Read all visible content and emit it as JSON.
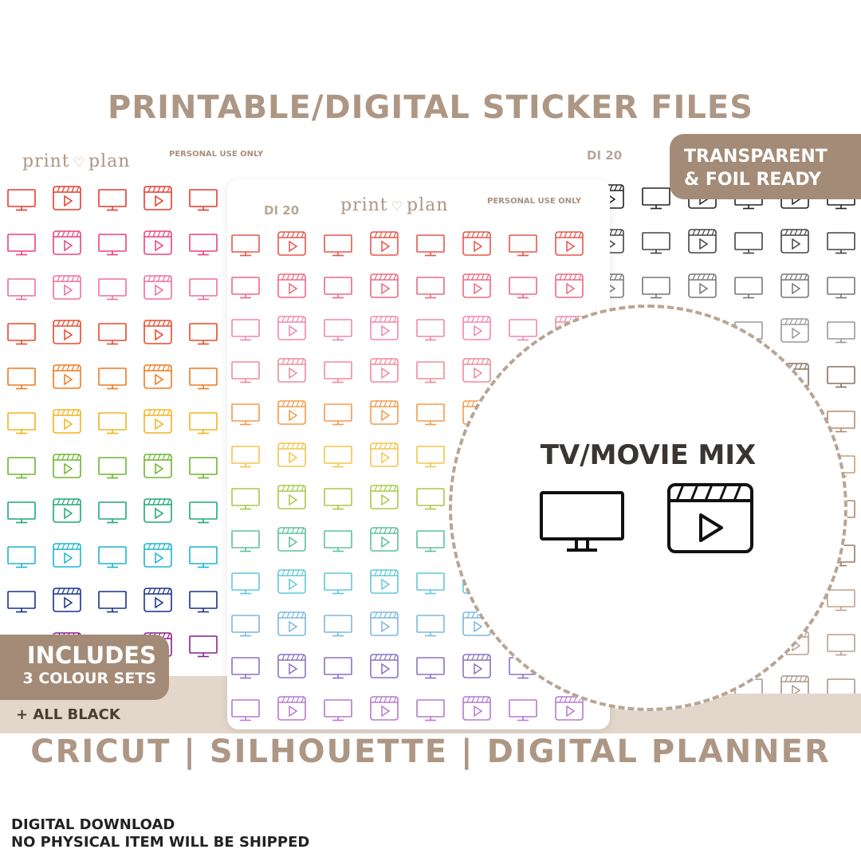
{
  "headline": "PRINTABLE/DIGITAL STICKER FILES",
  "footer_line": "CRICUT |  SILHOUETTE | DIGITAL PLANNER",
  "sheets": {
    "brand_left": "print",
    "brand_right": "plan",
    "personal_use": "PERSONAL USE ONLY",
    "code": "DI 20"
  },
  "badges": {
    "transparent_line1": "TRANSPARENT",
    "transparent_line2": "& FOIL READY",
    "includes_line1": "INCLUDES",
    "includes_line2": "3 COLOUR SETS",
    "all_black": "+ ALL BLACK"
  },
  "feature": {
    "title": "TV/MOVIE MIX",
    "icons": [
      "tv-icon",
      "clapperboard-icon"
    ]
  },
  "download": {
    "line1": "DIGITAL DOWNLOAD",
    "line2": "NO PHYSICAL ITEM WILL BE SHIPPED"
  },
  "colors": {
    "brand": "#ad9784",
    "pill": "#a38b77",
    "rainbow_left": [
      "#e63a2e",
      "#e8447a",
      "#ef6e9e",
      "#e8482c",
      "#f07a1e",
      "#f2b31b",
      "#6cb52e",
      "#1fa873",
      "#1ab5cc",
      "#1a2f8a",
      "#8a1f8a",
      "#b5367a"
    ],
    "rainbow_mid": [
      "#e8564a",
      "#ee6880",
      "#f288a8",
      "#f08a9a",
      "#f59a4a",
      "#f5c44a",
      "#a8c84a",
      "#5ec09a",
      "#62c7dc",
      "#7cb8e0",
      "#8a72c4",
      "#b57ad0"
    ],
    "mono_right": [
      "#222222",
      "#444444",
      "#777777",
      "#999999",
      "#8a7060",
      "#b58a68",
      "#c4a07a",
      "#b5836e",
      "#9a7a6a",
      "#c2a08a",
      "#b8a090",
      "#a89888"
    ]
  }
}
